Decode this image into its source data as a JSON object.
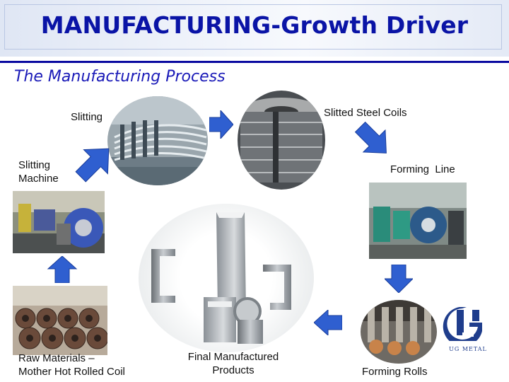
{
  "header": {
    "title": "MANUFACTURING-Growth Driver"
  },
  "subtitle": "The Manufacturing Process",
  "steps": {
    "slitting": "Slitting",
    "slitted_coils": "Slitted Steel Coils",
    "slitting_machine_line1": "Slitting",
    "slitting_machine_line2": "Machine",
    "forming_line": "Forming  Line",
    "raw_line1": "Raw Materials –",
    "raw_line2": "Mother Hot Rolled Coil",
    "final_line1": "Final Manufactured",
    "final_line2": "Products",
    "forming_rolls": "Forming Rolls"
  },
  "logo": {
    "text": "UG METAL",
    "icon": "ug-metal-logo-icon"
  },
  "colors": {
    "title": "#0a14a6",
    "rule": "#0a0aa0",
    "arrow": "#2f5fd0"
  }
}
